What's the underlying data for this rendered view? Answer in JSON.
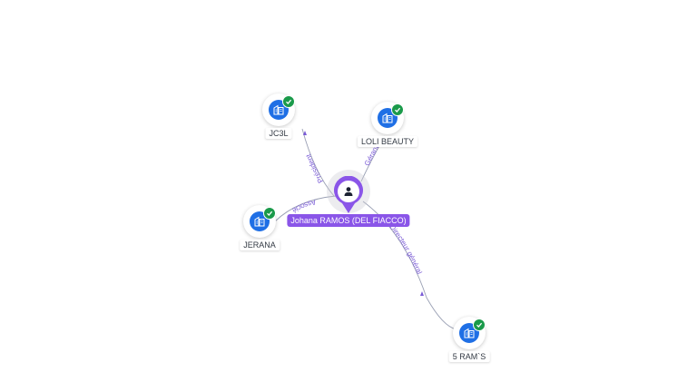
{
  "center": {
    "name": "Johana RAMOS (DEL FIACCO)",
    "icon": "person-icon",
    "color": "#8a55e8"
  },
  "companies": [
    {
      "id": "jc3l",
      "name": "JC3L",
      "icon": "building-icon",
      "verified": true
    },
    {
      "id": "loli-beauty",
      "name": "LOLI BEAUTY",
      "icon": "building-icon",
      "verified": true
    },
    {
      "id": "jerana",
      "name": "JERANA",
      "icon": "building-icon",
      "verified": true
    },
    {
      "id": "5-rams",
      "name": "5 RAM`S",
      "icon": "building-icon",
      "verified": true
    }
  ],
  "relations": [
    {
      "to": "jc3l",
      "label": "Président"
    },
    {
      "to": "loli-beauty",
      "label": "Gérant"
    },
    {
      "to": "jerana",
      "label": "Associé"
    },
    {
      "to": "5-rams",
      "label": "Directeur général"
    }
  ],
  "colors": {
    "company": "#1f6fe5",
    "verified": "#1a9a4a",
    "edge_label": "#7a5bd6"
  }
}
